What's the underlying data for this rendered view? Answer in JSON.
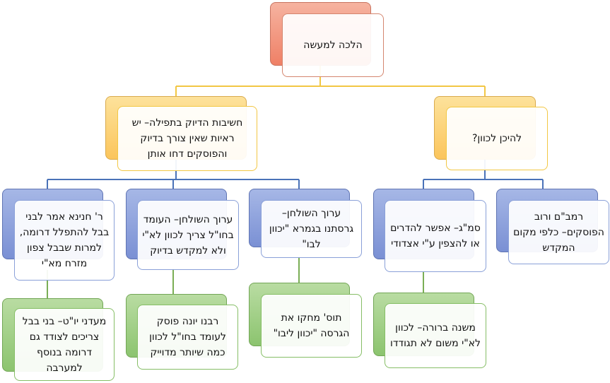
{
  "nodes": {
    "root": "הלכה למעשה",
    "importance": "חשיבות הדיוק בתפילה– יש ראיות שאין צורך בדיוק והפוסקים דחו אותן",
    "where": "להיכן לכוון?",
    "hanina": "ר' חנינא אמר לבני בבל להתפלל דרומה, למרות שבבל צפון מזרח מא\"י",
    "shulchan_bachul": "ערוך השולחן– העומד בחו\"ל צריך לכוון לא\"י ולא למקדש בדיוק",
    "shulchan_gemara": "ערוך השולחן– גרסתנו בגמרא \"יכוון לבו\"",
    "smag": "סמ\"ג– אפשר להדרים או להצפין ע\"י אצדודי",
    "rambam": "רמב\"ם ורוב הפוסקים– כלפי מקום המקדש",
    "maadanei": "מעדני יו\"ט– בני בבל צריכים לצודד גם דרומה בנוסף למערבה",
    "rabbeinu_yona": "רבנו יונה פוסק לעומד בחו\"ל לכוון כמה שיותר מדוייק",
    "tosafot": "תוס' מחקו את הגרסה \"יכוון ליבו\"",
    "mishna_berura": "משנה ברורה– לכוון לא\"י משום לא תגודדו"
  },
  "colors": {
    "top_connector": "#f2c744",
    "mid_connector": "#4a72b8",
    "low_connector": "#7aae55"
  }
}
